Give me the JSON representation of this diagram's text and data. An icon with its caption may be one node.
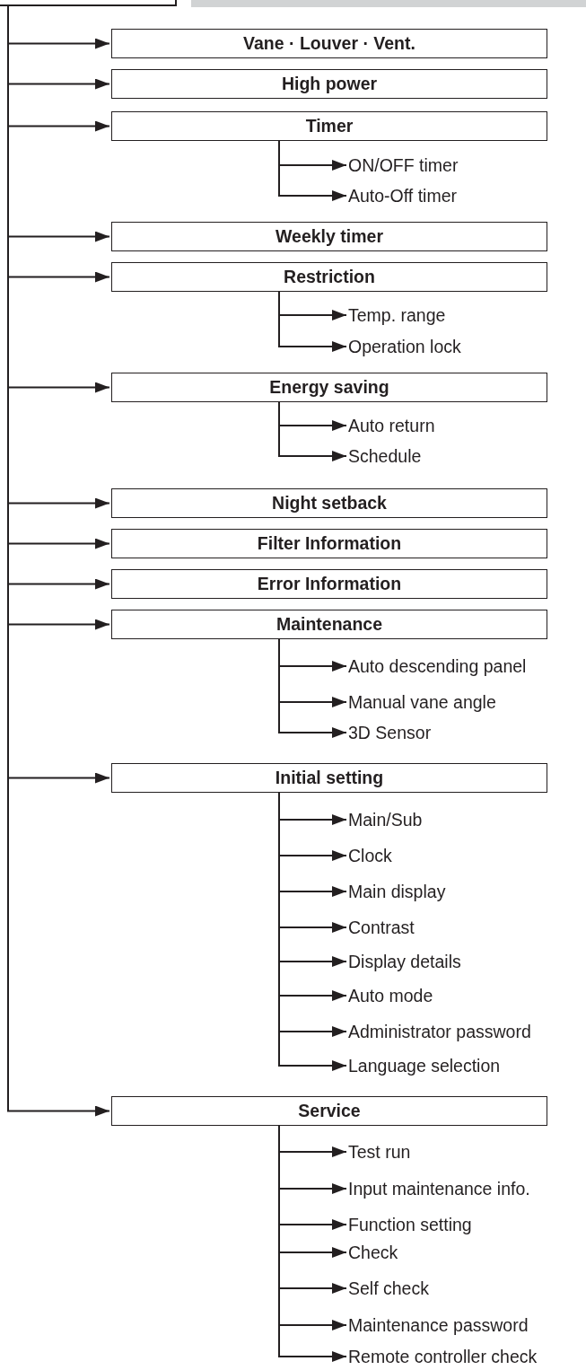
{
  "diagram": {
    "nodes": [
      {
        "text": [],
        "shape": "box"
      },
      {
        "text": [
          "Vane · Louver · Vent."
        ]
      },
      {
        "text": [
          "High power"
        ]
      },
      {
        "text": [
          "Timer"
        ]
      },
      {
        "text": [
          "ON/OFF timer"
        ]
      },
      {
        "text": [
          "Auto-Off timer"
        ]
      },
      {
        "text": [
          "Weekly timer"
        ]
      },
      {
        "text": [
          "Restriction"
        ]
      },
      {
        "text": [
          "Temp. range"
        ]
      },
      {
        "text": [
          "Operation lock"
        ]
      },
      {
        "text": [
          "Energy saving"
        ]
      },
      {
        "text": [
          "Auto return"
        ]
      },
      {
        "text": [
          "Schedule"
        ]
      },
      {
        "text": [
          "Night setback"
        ]
      },
      {
        "text": [
          "Filter Information"
        ]
      },
      {
        "text": [
          "Error Information"
        ]
      },
      {
        "text": [
          "Maintenance"
        ]
      },
      {
        "text": [
          "Auto descending panel"
        ]
      },
      {
        "text": [
          "Manual vane angle"
        ]
      },
      {
        "text": [
          "3D Sensor"
        ]
      },
      {
        "text": [
          "Initial setting"
        ]
      },
      {
        "text": [
          "Main/Sub"
        ]
      },
      {
        "text": [
          "Clock"
        ]
      },
      {
        "text": [
          "Main display"
        ]
      },
      {
        "text": [
          "Contrast"
        ]
      },
      {
        "text": [
          "Display details"
        ]
      },
      {
        "text": [
          "Auto mode"
        ]
      },
      {
        "text": [
          "Administrator password"
        ]
      },
      {
        "text": [
          "Language selection"
        ]
      },
      {
        "text": [
          "Service"
        ]
      },
      {
        "text": [
          "Test run"
        ]
      },
      {
        "text": [
          "Input maintenance info."
        ]
      },
      {
        "text": [
          "Function setting"
        ]
      },
      {
        "text": [
          "Check"
        ]
      },
      {
        "text": [
          "Self check"
        ]
      },
      {
        "text": [
          "Maintenance password"
        ]
      },
      {
        "text": [
          "Remote controller check"
        ]
      }
    ],
    "edges": [
      {
        "from": 0,
        "to": 1,
        "arrow": "to"
      },
      {
        "from": 0,
        "to": 2,
        "arrow": "to"
      },
      {
        "from": 0,
        "to": 3,
        "arrow": "to"
      },
      {
        "from": 3,
        "to": 4,
        "arrow": "to"
      },
      {
        "from": 3,
        "to": 5,
        "arrow": "to"
      },
      {
        "from": 0,
        "to": 6,
        "arrow": "to"
      },
      {
        "from": 0,
        "to": 7,
        "arrow": "to"
      },
      {
        "from": 7,
        "to": 8,
        "arrow": "to"
      },
      {
        "from": 7,
        "to": 9,
        "arrow": "to"
      },
      {
        "from": 0,
        "to": 10,
        "arrow": "to"
      },
      {
        "from": 10,
        "to": 11,
        "arrow": "to"
      },
      {
        "from": 10,
        "to": 12,
        "arrow": "to"
      },
      {
        "from": 0,
        "to": 13,
        "arrow": "to"
      },
      {
        "from": 0,
        "to": 14,
        "arrow": "to"
      },
      {
        "from": 0,
        "to": 15,
        "arrow": "to"
      },
      {
        "from": 0,
        "to": 16,
        "arrow": "to"
      },
      {
        "from": 16,
        "to": 17,
        "arrow": "to"
      },
      {
        "from": 16,
        "to": 18,
        "arrow": "to"
      },
      {
        "from": 16,
        "to": 19,
        "arrow": "to"
      },
      {
        "from": 0,
        "to": 20,
        "arrow": "to"
      },
      {
        "from": 20,
        "to": 21,
        "arrow": "to"
      },
      {
        "from": 20,
        "to": 22,
        "arrow": "to"
      },
      {
        "from": 20,
        "to": 23,
        "arrow": "to"
      },
      {
        "from": 20,
        "to": 24,
        "arrow": "to"
      },
      {
        "from": 20,
        "to": 25,
        "arrow": "to"
      },
      {
        "from": 20,
        "to": 26,
        "arrow": "to"
      },
      {
        "from": 20,
        "to": 27,
        "arrow": "to"
      },
      {
        "from": 20,
        "to": 28,
        "arrow": "to"
      },
      {
        "from": 0,
        "to": 29,
        "arrow": "to"
      },
      {
        "from": 29,
        "to": 30,
        "arrow": "to"
      },
      {
        "from": 29,
        "to": 31,
        "arrow": "to"
      },
      {
        "from": 29,
        "to": 32,
        "arrow": "to"
      },
      {
        "from": 29,
        "to": 33,
        "arrow": "to"
      },
      {
        "from": 29,
        "to": 34,
        "arrow": "to"
      },
      {
        "from": 29,
        "to": 35,
        "arrow": "to"
      },
      {
        "from": 29,
        "to": 36,
        "arrow": "to"
      }
    ]
  }
}
